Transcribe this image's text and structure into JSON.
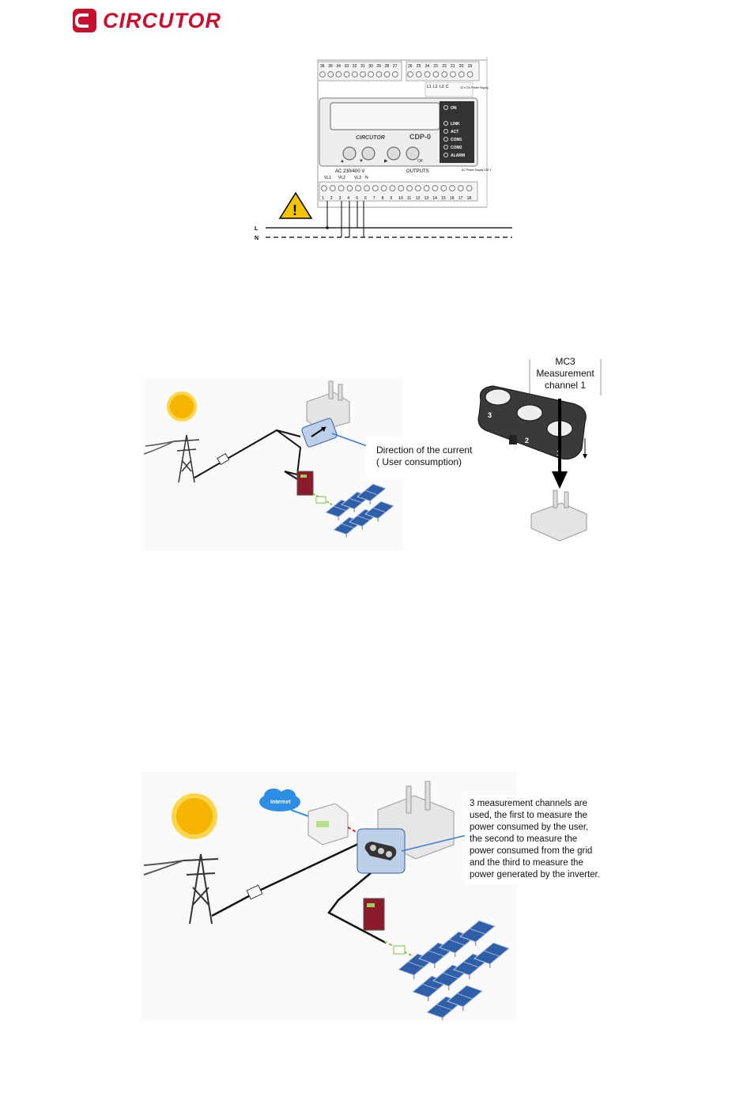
{
  "header": {
    "brand": "CIRCUTOR"
  },
  "device": {
    "model": "CDP-0",
    "brand_on_panel": "CIRCUTOR",
    "top_terminals_left": [
      "36",
      "35",
      "34",
      "33",
      "32",
      "31",
      "30",
      "29",
      "28",
      "27"
    ],
    "top_terminals_right": [
      "26",
      "25",
      "24",
      "23",
      "22",
      "21",
      "20",
      "19"
    ],
    "power_labels": [
      "L1",
      "L2",
      "L3",
      "C"
    ],
    "dc_supply_label": "12 V DC Power Supply",
    "leds": [
      "ON",
      "LINK",
      "ACT",
      "COM1",
      "COM2",
      "ALARM"
    ],
    "ac_label": "AC 230/400 V",
    "voltage_inputs": [
      "VL1",
      "VL2",
      "VL3",
      "N"
    ],
    "outputs_label": "OUTPUTS",
    "ac_power_supply": "AC Power Supply 230 V",
    "bottom_terminals": [
      "1",
      "2",
      "3",
      "4",
      "5",
      "6",
      "7",
      "8",
      "9",
      "10",
      "11",
      "12",
      "13",
      "14",
      "15",
      "16",
      "17",
      "18"
    ],
    "ok_label": "OK",
    "line_labels": {
      "l": "L",
      "n": "N"
    }
  },
  "figure2": {
    "caption_line1": "Direction of the current",
    "caption_line2": "( User consumption)",
    "mc3_line1": "MC3",
    "mc3_line2": "Measurement",
    "mc3_line3": "channel 1",
    "channel_numbers": [
      "3",
      "2",
      "1"
    ]
  },
  "figure3": {
    "internet": "Internet",
    "caption_lines": [
      "3 measurement channels are",
      "used, the first to measure  the",
      "power consumed by the user,",
      "the second to measure  the",
      "power consumed from the grid",
      "and the third to measure the",
      "power generated by the inverter."
    ]
  },
  "colors": {
    "brand_red": "#c8102e",
    "sun": "#f5b400",
    "panel_blue": "#2f5fa8",
    "meter_box": "#bcd0ea"
  }
}
